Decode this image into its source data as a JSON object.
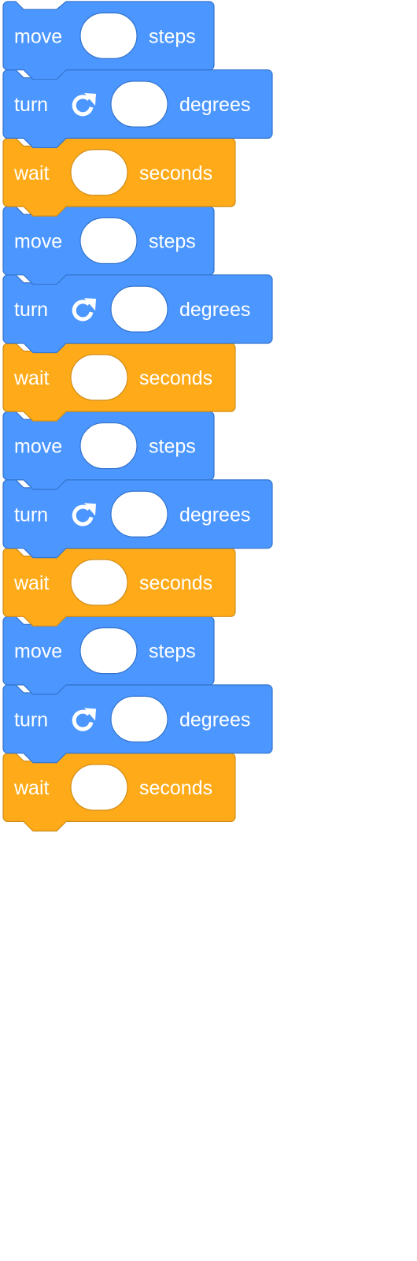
{
  "colors": {
    "motion_fill": "#4C97FF",
    "motion_stroke": "#3373CC",
    "control_fill": "#FFAB19",
    "control_stroke": "#CF8B17",
    "input_fill": "#FFFFFF",
    "label_text": "#FFFFFF"
  },
  "script": {
    "blocks": [
      {
        "opcode": "motion_movesteps",
        "category": "motion",
        "parts": [
          "move",
          "steps"
        ],
        "icon": null,
        "input_value": ""
      },
      {
        "opcode": "motion_turnright",
        "category": "motion",
        "parts": [
          "turn",
          "degrees"
        ],
        "icon": "rotate-right-icon",
        "input_value": ""
      },
      {
        "opcode": "control_wait",
        "category": "control",
        "parts": [
          "wait",
          "seconds"
        ],
        "icon": null,
        "input_value": ""
      },
      {
        "opcode": "motion_movesteps",
        "category": "motion",
        "parts": [
          "move",
          "steps"
        ],
        "icon": null,
        "input_value": ""
      },
      {
        "opcode": "motion_turnright",
        "category": "motion",
        "parts": [
          "turn",
          "degrees"
        ],
        "icon": "rotate-right-icon",
        "input_value": ""
      },
      {
        "opcode": "control_wait",
        "category": "control",
        "parts": [
          "wait",
          "seconds"
        ],
        "icon": null,
        "input_value": ""
      },
      {
        "opcode": "motion_movesteps",
        "category": "motion",
        "parts": [
          "move",
          "steps"
        ],
        "icon": null,
        "input_value": ""
      },
      {
        "opcode": "motion_turnright",
        "category": "motion",
        "parts": [
          "turn",
          "degrees"
        ],
        "icon": "rotate-right-icon",
        "input_value": ""
      },
      {
        "opcode": "control_wait",
        "category": "control",
        "parts": [
          "wait",
          "seconds"
        ],
        "icon": null,
        "input_value": ""
      },
      {
        "opcode": "motion_movesteps",
        "category": "motion",
        "parts": [
          "move",
          "steps"
        ],
        "icon": null,
        "input_value": ""
      },
      {
        "opcode": "motion_turnright",
        "category": "motion",
        "parts": [
          "turn",
          "degrees"
        ],
        "icon": "rotate-right-icon",
        "input_value": ""
      },
      {
        "opcode": "control_wait",
        "category": "control",
        "parts": [
          "wait",
          "seconds"
        ],
        "icon": null,
        "input_value": ""
      }
    ]
  }
}
